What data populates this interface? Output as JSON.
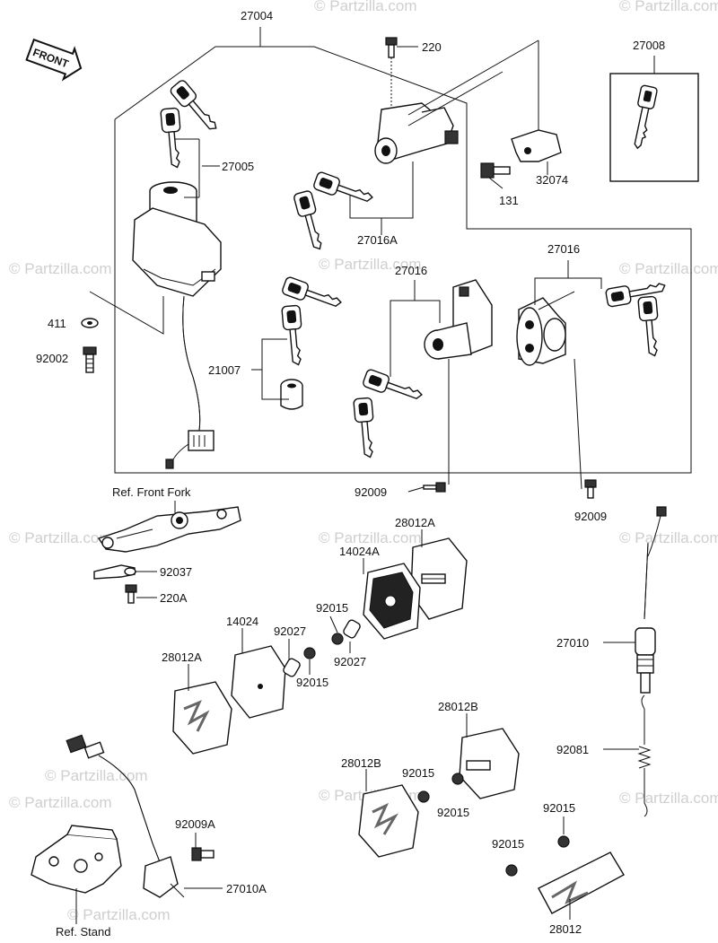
{
  "front_tag": "FRONT",
  "watermark_text": "© Partzilla.com",
  "labels": {
    "p27004": "27004",
    "p220": "220",
    "p27008": "27008",
    "p27005": "27005",
    "p32074": "32074",
    "p131": "131",
    "p27016A": "27016A",
    "p27016a": "27016",
    "p27016b": "27016",
    "p411": "411",
    "p92002": "92002",
    "p21007": "21007",
    "p92009a": "92009",
    "p92009b": "92009",
    "refFrontFork": "Ref. Front Fork",
    "p92037": "92037",
    "p220A": "220A",
    "p28012Aa": "28012A",
    "p14024A": "14024A",
    "p92015a": "92015",
    "p92027a": "92027",
    "p14024": "14024",
    "p92027b": "92027",
    "p28012Ab": "28012A",
    "p92015b": "92015",
    "p27010": "27010",
    "p28012Ba": "28012B",
    "p28012Bb": "28012B",
    "p92015c": "92015",
    "p92015d": "92015",
    "p92081": "92081",
    "p92009A": "92009A",
    "p27010A": "27010A",
    "p92015e": "92015",
    "p92015f": "92015",
    "refStand": "Ref. Stand",
    "p28012": "28012"
  }
}
